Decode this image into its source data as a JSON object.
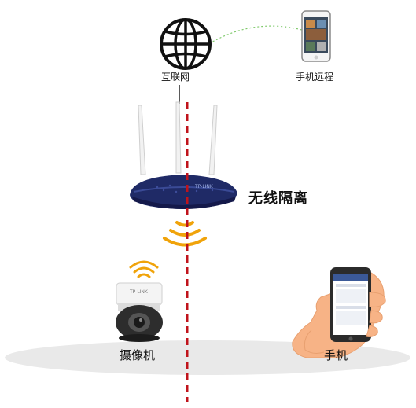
{
  "labels": {
    "internet": "互联网",
    "remote_phone": "手机远程",
    "wireless_isolation": "无线隔离",
    "camera": "摄像机",
    "phone": "手机"
  },
  "router": {
    "brand_text": "TP-LINK"
  },
  "camera": {
    "brand_text": "TP-LINK"
  },
  "colors": {
    "divider_line": "#c0131b",
    "wifi_signal": "#f0a30a",
    "router_body": "#1f2a66",
    "ground_ellipse": "#e9e9e9",
    "link_dotted": "#7ec96a"
  },
  "icons": {
    "internet": "globe-icon",
    "remote_phone": "smartphone-icon",
    "router": "router-icon",
    "camera": "security-camera-icon",
    "phone": "hand-holding-phone-icon",
    "wifi": "wifi-signal-icon"
  }
}
